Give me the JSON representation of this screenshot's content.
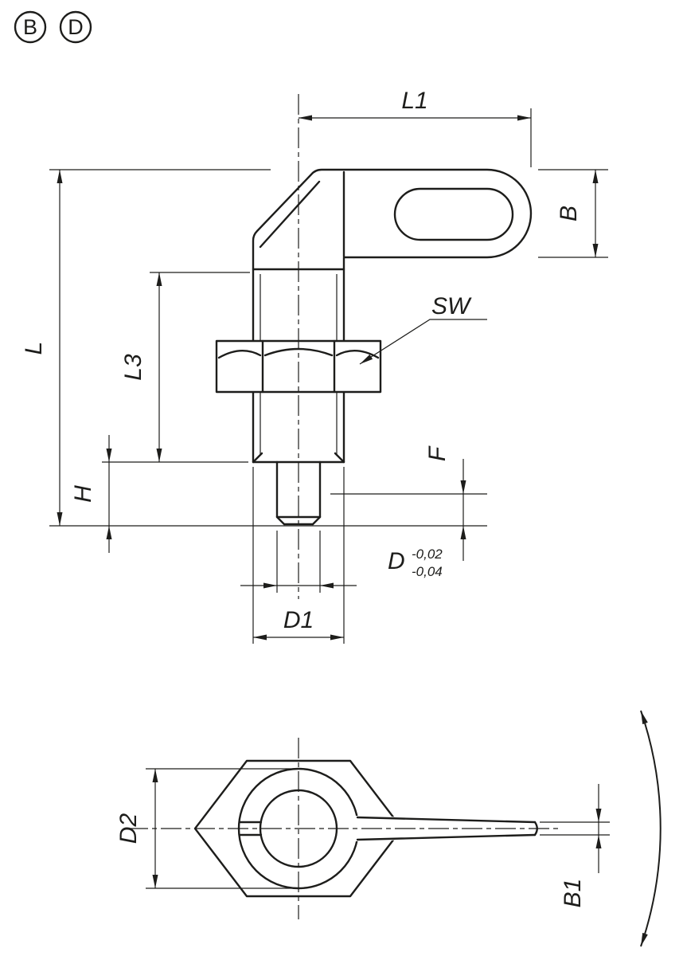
{
  "colors": {
    "line": "#1d1d1b",
    "background": "#ffffff"
  },
  "variant_badges": {
    "first": "B",
    "second": "D"
  },
  "front_view": {
    "dim_labels": {
      "l1": "L1",
      "b": "B",
      "l": "L",
      "l3": "L3",
      "h": "H",
      "f": "F",
      "wrench_size": "SW",
      "pin_diameter": "D",
      "pin_tolerance_upper": "-0,02",
      "pin_tolerance_lower": "-0,04",
      "thread_diameter": "D1"
    }
  },
  "bottom_view": {
    "dim_labels": {
      "d2": "D2",
      "b1": "B1"
    }
  }
}
